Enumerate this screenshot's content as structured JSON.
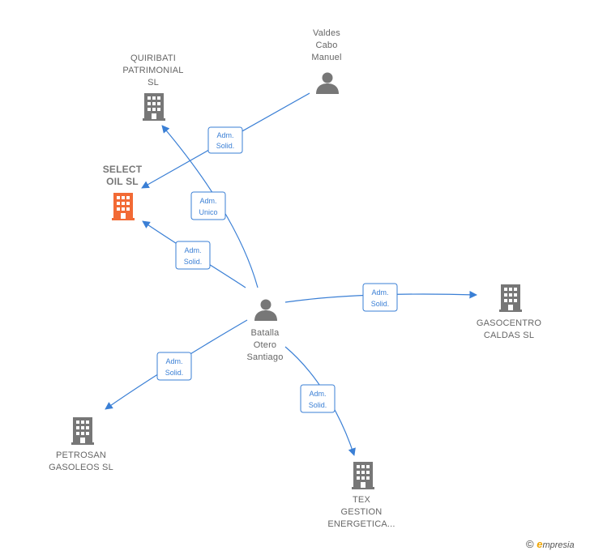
{
  "nodes": {
    "valdes": {
      "lines": [
        "Valdes",
        "Cabo",
        "Manuel"
      ],
      "kind": "person",
      "color": "#777777"
    },
    "quiribati": {
      "lines": [
        "QUIRIBATI",
        "PATRIMONIAL",
        "SL"
      ],
      "kind": "company",
      "color": "#777777"
    },
    "select": {
      "lines": [
        "SELECT",
        "OIL  SL"
      ],
      "kind": "company",
      "color": "#f26a35"
    },
    "batalla": {
      "lines": [
        "Batalla",
        "Otero",
        "Santiago"
      ],
      "kind": "person",
      "color": "#777777"
    },
    "gasocentro": {
      "lines": [
        "GASOCENTRO",
        "CALDAS SL"
      ],
      "kind": "company",
      "color": "#777777"
    },
    "petrosan": {
      "lines": [
        "PETROSAN",
        "GASOLEOS  SL"
      ],
      "kind": "company",
      "color": "#777777"
    },
    "tex": {
      "lines": [
        "TEX",
        "GESTION",
        "ENERGETICA..."
      ],
      "kind": "company",
      "color": "#777777"
    }
  },
  "edges": [
    {
      "id": "valdes-select",
      "lines": [
        "Adm.",
        "Solid."
      ]
    },
    {
      "id": "batalla-quiribati",
      "lines": [
        "Adm.",
        "Unico"
      ]
    },
    {
      "id": "batalla-select",
      "lines": [
        "Adm.",
        "Solid."
      ]
    },
    {
      "id": "batalla-gasocentro",
      "lines": [
        "Adm.",
        "Solid."
      ]
    },
    {
      "id": "batalla-petrosan",
      "lines": [
        "Adm.",
        "Solid."
      ]
    },
    {
      "id": "batalla-tex",
      "lines": [
        "Adm.",
        "Solid."
      ]
    }
  ],
  "colors": {
    "edge": "#3a7fd5",
    "node_default": "#777777",
    "node_highlight": "#f26a35"
  },
  "footer": {
    "copyright_symbol": "©",
    "brand_initial": "e",
    "brand_rest": "mpresia"
  }
}
